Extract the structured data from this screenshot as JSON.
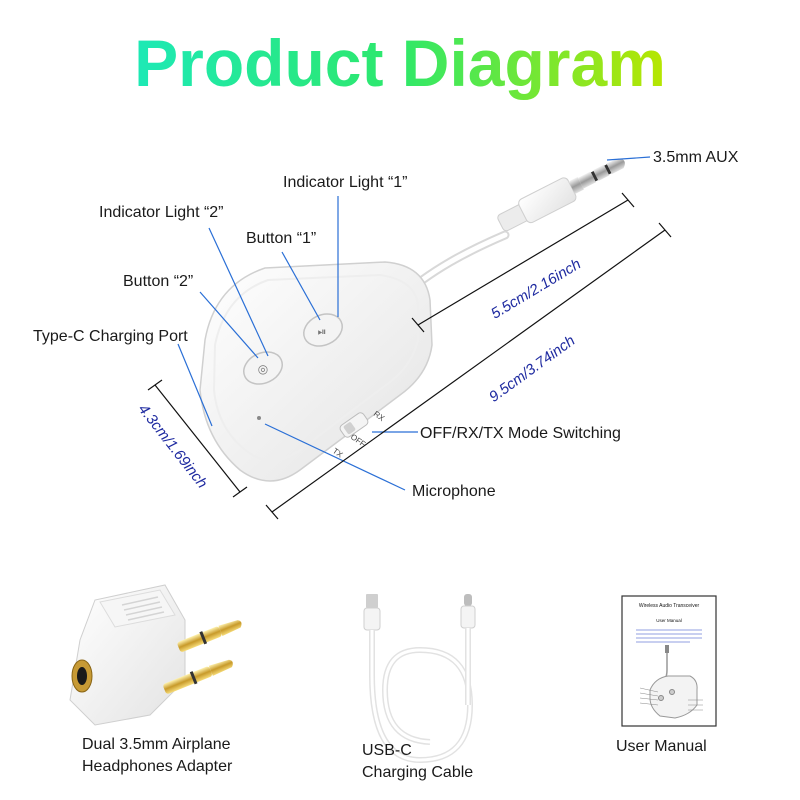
{
  "title": "Product Diagram",
  "labels": {
    "aux": "3.5mm AUX",
    "indicator1": "Indicator Light “1”",
    "indicator2": "Indicator Light “2”",
    "button1": "Button “1”",
    "button2": "Button “2”",
    "typec": "Type-C Charging Port",
    "mode": "OFF/RX/TX Mode Switching",
    "microphone": "Microphone"
  },
  "switch_marks": {
    "tx": "TX",
    "off": "OFF",
    "rx": "RX"
  },
  "dimensions": {
    "cable": "5.5cm/2.16inch",
    "length": "9.5cm/3.74inch",
    "width": "4.3cm/1.69inch"
  },
  "accessories": {
    "adapter_line1": "Dual 3.5mm Airplane",
    "adapter_line2": "Headphones Adapter",
    "cable_line1": "USB-C",
    "cable_line2": "Charging Cable",
    "manual": "User Manual"
  },
  "manual_doc": {
    "heading": "Wireless Audio Transceiver",
    "subheading": "User Manual"
  },
  "colors": {
    "title_gradient_start": "#1de9b6",
    "title_gradient_mid": "#2ee86a",
    "title_gradient_end": "#b8e600",
    "dimension_text": "#1e2aa0",
    "leader_line": "#2a6fd6"
  }
}
